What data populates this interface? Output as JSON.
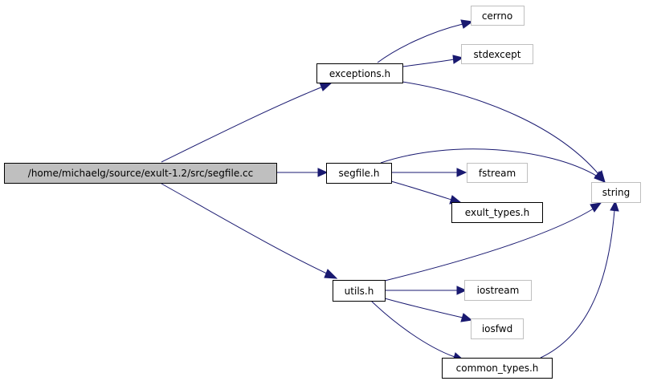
{
  "colors": {
    "edge": "#191970",
    "root_fill": "#bfbfbf",
    "root_border": "#000000",
    "local_border": "#000000",
    "external_border": "#bfbfbf",
    "text": "#000000"
  },
  "nodes": {
    "root": {
      "label": "/home/michaelg/source/exult-1.2/src/segfile.cc",
      "kind": "root"
    },
    "exceptions": {
      "label": "exceptions.h",
      "kind": "local"
    },
    "cerrno": {
      "label": "cerrno",
      "kind": "external"
    },
    "stdexcept": {
      "label": "stdexcept",
      "kind": "external"
    },
    "segfile": {
      "label": "segfile.h",
      "kind": "local"
    },
    "fstream": {
      "label": "fstream",
      "kind": "external"
    },
    "exult_types": {
      "label": "exult_types.h",
      "kind": "local"
    },
    "string": {
      "label": "string",
      "kind": "external"
    },
    "utils": {
      "label": "utils.h",
      "kind": "local"
    },
    "iostream": {
      "label": "iostream",
      "kind": "external"
    },
    "iosfwd": {
      "label": "iosfwd",
      "kind": "external"
    },
    "common_types": {
      "label": "common_types.h",
      "kind": "local"
    }
  },
  "edges": [
    {
      "from": "root",
      "to": "exceptions"
    },
    {
      "from": "root",
      "to": "segfile"
    },
    {
      "from": "root",
      "to": "utils"
    },
    {
      "from": "exceptions",
      "to": "cerrno"
    },
    {
      "from": "exceptions",
      "to": "stdexcept"
    },
    {
      "from": "exceptions",
      "to": "string"
    },
    {
      "from": "segfile",
      "to": "string"
    },
    {
      "from": "segfile",
      "to": "fstream"
    },
    {
      "from": "segfile",
      "to": "exult_types"
    },
    {
      "from": "utils",
      "to": "string"
    },
    {
      "from": "utils",
      "to": "iostream"
    },
    {
      "from": "utils",
      "to": "iosfwd"
    },
    {
      "from": "utils",
      "to": "common_types"
    },
    {
      "from": "common_types",
      "to": "string"
    }
  ]
}
